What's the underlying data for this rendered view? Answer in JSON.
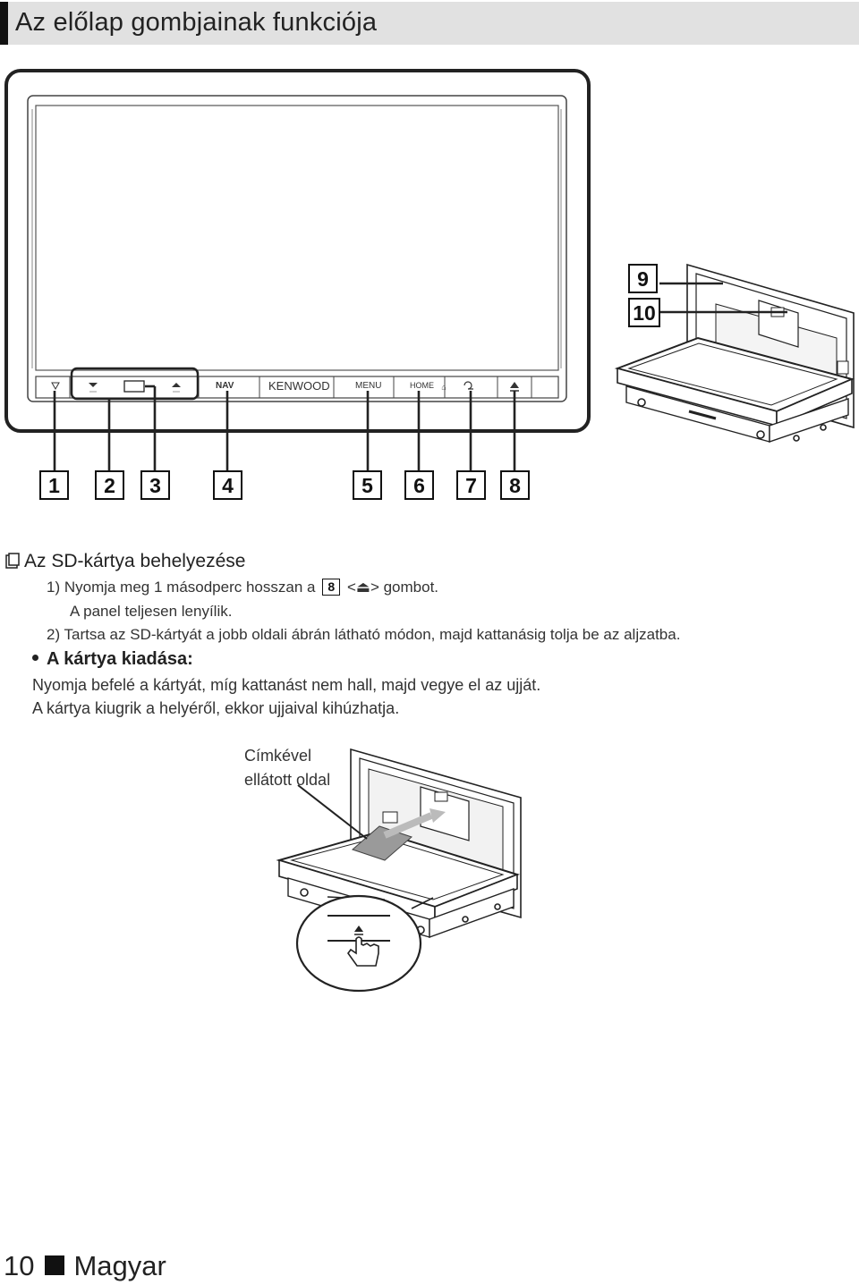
{
  "header": {
    "title": "Az előlap gombjainak funkciója"
  },
  "device": {
    "brand": "KENWOOD",
    "buttons": {
      "nav": "NAV",
      "menu": "MENU",
      "home": "HOME"
    }
  },
  "callouts": [
    "1",
    "2",
    "3",
    "4",
    "5",
    "6",
    "7",
    "8",
    "9",
    "10"
  ],
  "section": {
    "title": "Az SD-kártya behelyezése",
    "step1_prefix": "1)  Nyomja meg 1 másodperc hosszan a",
    "step1_ref": "8",
    "step1_suffix": "<⏏> gombot.",
    "step1_note": "A panel teljesen lenyílik.",
    "step2": "2)  Tartsa az SD-kártyát a jobb oldali ábrán látható módon, majd kattanásig tolja be az aljzatba.",
    "bullet_title": "A kártya kiadása:",
    "eject_line1": "Nyomja befelé a kártyát, míg kattanást nem hall, majd vegye el az ujját.",
    "eject_line2": "A kártya kiugrik a helyéről, ekkor ujjaival kihúzhatja."
  },
  "illustration": {
    "caption_line1": "Címkével",
    "caption_line2": "ellátott oldal"
  },
  "footer": {
    "page_number": "10",
    "language": "Magyar"
  }
}
